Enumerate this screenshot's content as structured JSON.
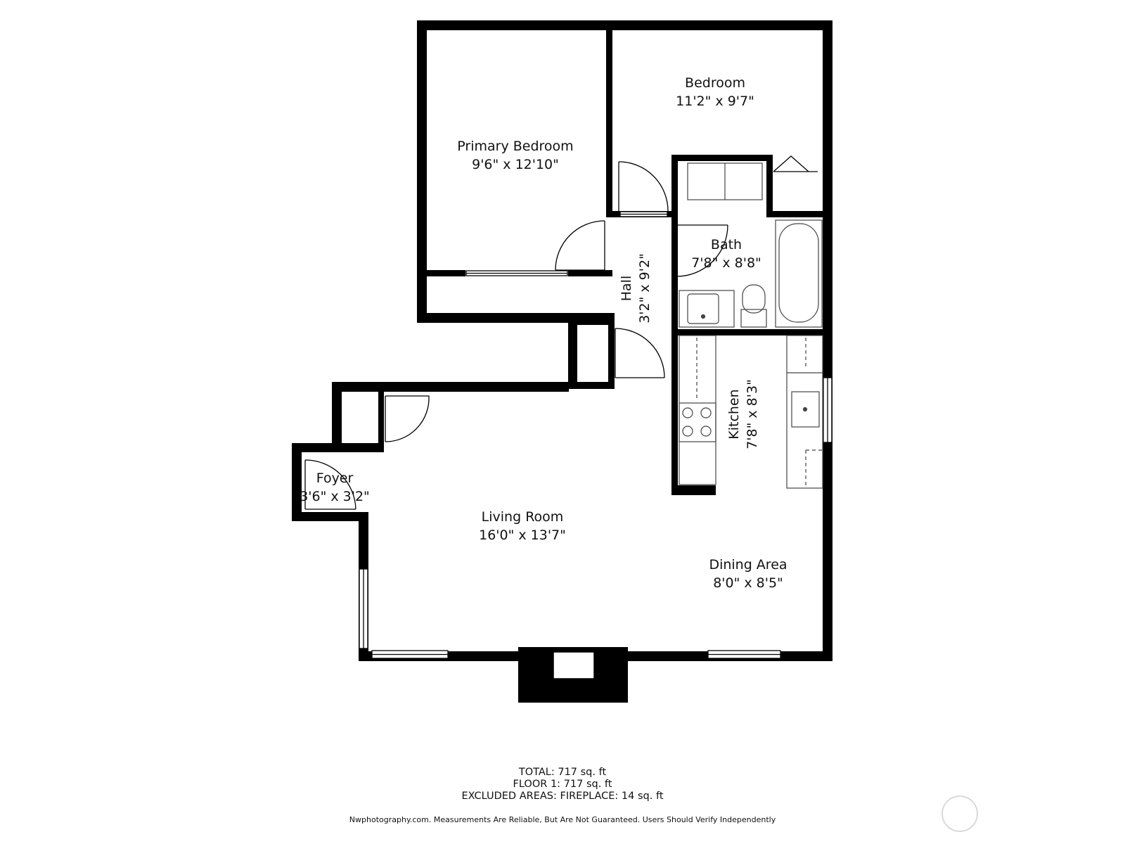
{
  "rooms": {
    "primary_bedroom": {
      "name": "Primary Bedroom",
      "dims": "9'6\" x 12'10\""
    },
    "bedroom": {
      "name": "Bedroom",
      "dims": "11'2\" x 9'7\""
    },
    "bath": {
      "name": "Bath",
      "dims": "7'8\" x 8'8\""
    },
    "hall": {
      "name": "Hall",
      "dims": "3'2\" x 9'2\""
    },
    "kitchen": {
      "name": "Kitchen",
      "dims": "7'8\" x 8'3\""
    },
    "foyer": {
      "name": "Foyer",
      "dims": "3'6\" x 3'2\""
    },
    "living_room": {
      "name": "Living Room",
      "dims": "16'0\" x 13'7\""
    },
    "dining_area": {
      "name": "Dining Area",
      "dims": "8'0\" x 8'5\""
    }
  },
  "totals": {
    "total": "TOTAL: 717 sq. ft",
    "floor1": "FLOOR 1: 717 sq. ft",
    "excluded": "EXCLUDED AREAS: FIREPLACE: 14 sq. ft"
  },
  "disclaimer": "Nwphotography.com. Measurements Are Reliable, But Are Not Guaranteed. Users Should Verify Independently",
  "colors": {
    "wall": "#000000",
    "fixture": "#555555",
    "background": "#ffffff"
  }
}
